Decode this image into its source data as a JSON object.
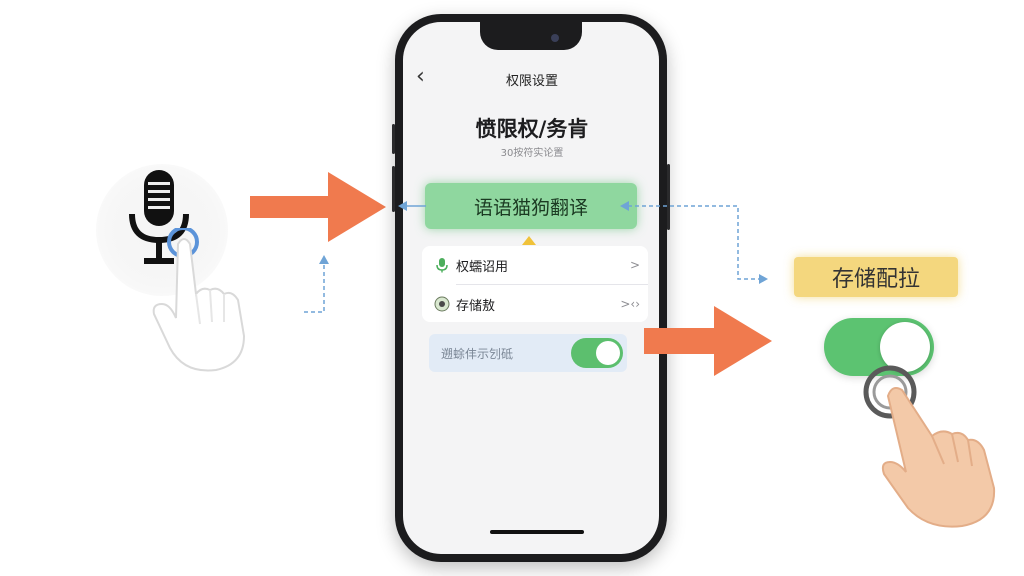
{
  "screen": {
    "nav_title": "权限设置",
    "back_icon": "chevron-left-icon",
    "big_title": "愤限权/务肯",
    "subtitle": "30按符实论置",
    "highlight_label": "语语猫狗翻译",
    "list_items": [
      {
        "label": "权蠕诏用",
        "icon": "microphone-icon",
        "arrow": ">"
      },
      {
        "label": "存储敖",
        "icon": "storage-icon",
        "arrow": ">‹›"
      }
    ],
    "toggle_row": {
      "label": "遡蜍仹示刉砥",
      "enabled": true
    }
  },
  "callouts": {
    "storage_badge": "存储配拉",
    "big_toggle_enabled": true
  },
  "colors": {
    "arrow_orange": "#f07a4e",
    "highlight_green": "#8fd79f",
    "toggle_green": "#5cc371",
    "badge_yellow": "#f4d77e",
    "dashed_blue": "#6fa4d6"
  }
}
